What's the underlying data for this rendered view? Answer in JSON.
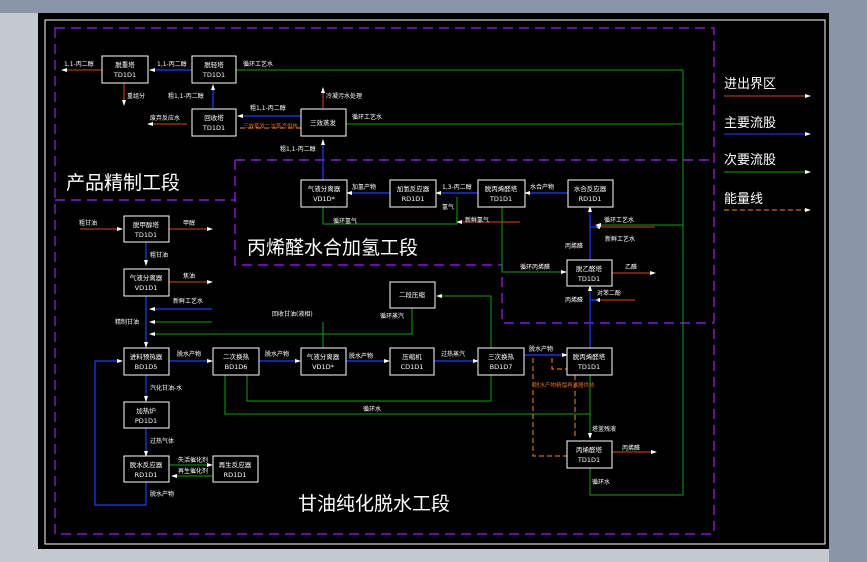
{
  "colors": {
    "background": "#000000",
    "border": "#ffffff",
    "section_boundary": "#a020f0",
    "boundary_flow": "#d2461e",
    "main_flow": "#1e3cff",
    "secondary_flow": "#14a014",
    "energy_line": "#ff8c1e"
  },
  "legend": [
    {
      "label": "进出界区",
      "type": "boundary_flow"
    },
    {
      "label": "主要流股",
      "type": "main_flow"
    },
    {
      "label": "次要流股",
      "type": "secondary_flow"
    },
    {
      "label": "能量线",
      "type": "energy_line"
    }
  ],
  "sections": {
    "product": "产品精制工段",
    "hydrogenation": "丙烯醛水合加氢工段",
    "glycerol": "甘油纯化脱水工段"
  },
  "equipment": {
    "t1": {
      "name": "脱重塔",
      "tag": "TD1D1"
    },
    "t2": {
      "name": "脱轻塔",
      "tag": "TD1D1"
    },
    "t3": {
      "name": "回收塔",
      "tag": "TD1D1"
    },
    "e1": {
      "name": "三效蒸发",
      "tag": ""
    },
    "v1": {
      "name": "气液分离器",
      "tag": "VD1D*"
    },
    "r1": {
      "name": "加氢反应器",
      "tag": "RD1D1"
    },
    "t4": {
      "name": "脱丙烯醛塔",
      "tag": "TD1D1"
    },
    "r2": {
      "name": "水合反应器",
      "tag": "RD1D1"
    },
    "t5": {
      "name": "脱乙醛塔",
      "tag": "TD1D1"
    },
    "t6": {
      "name": "脱甲醇塔",
      "tag": "TD1D1"
    },
    "v2": {
      "name": "气液分离器",
      "tag": "VD1D1"
    },
    "c2": {
      "name": "二段压缩",
      "tag": ""
    },
    "h1": {
      "name": "进料预热器",
      "tag": "BD1D5"
    },
    "h2": {
      "name": "二次换热",
      "tag": "BD1D6"
    },
    "v3": {
      "name": "气液分离器",
      "tag": "VD1D*"
    },
    "c1": {
      "name": "压缩机",
      "tag": "CD1D1"
    },
    "h3": {
      "name": "三次换热",
      "tag": "BD1D7"
    },
    "t7": {
      "name": "脱丙烯醛塔",
      "tag": "TD1D1"
    },
    "f1": {
      "name": "加热炉",
      "tag": "PD1D1"
    },
    "r3": {
      "name": "脱水反应器",
      "tag": "RD1D1"
    },
    "r4": {
      "name": "再生反应器",
      "tag": "RD1D1"
    },
    "t8": {
      "name": "丙烯醛塔",
      "tag": "TD1D1"
    }
  },
  "stream_labels": {
    "s1": "1,1-丙二醇",
    "s2": "1,1-丙二醇",
    "s3": "循环工艺水",
    "s4": "重组分",
    "s5": "粗1,1-丙二醇",
    "s6": "冷凝污水处理",
    "s7": "粗1,1-丙二醇",
    "s8": "循环工艺水",
    "s9": "废弃反应水",
    "s10": "三效蒸发二次蒸汽供热",
    "s11": "粗1,1-丙二醇",
    "s12": "加氢产物",
    "s13": "1,3-丙二醇",
    "s14": "氢气",
    "s15": "循环氢气",
    "s16": "新鲜氢气",
    "s17": "水合产物",
    "s18": "循环工艺水",
    "s19": "新鲜工艺水",
    "s20": "丙烯醛",
    "s21": "循环丙烯醛",
    "s22": "乙醛",
    "s23": "丙烯醛",
    "s24": "对苯二酚",
    "s25": "粗甘油",
    "s26": "甲醇",
    "s27": "粗甘油",
    "s28": "焦油",
    "s29": "新鲜工艺水",
    "s30": "精制甘油",
    "s31": "回收甘油(液相)",
    "s32": "循环蒸汽",
    "s33": "脱水产物",
    "s34": "脱水产物",
    "s35": "脱水产物",
    "s36": "过热蒸汽",
    "s37": "脱水产物",
    "s38": "汽化甘油-水",
    "s39": "过热气体",
    "s40": "失活催化剂",
    "s41": "再生催化剂",
    "s42": "脱水产物",
    "s43": "循环水",
    "s44": "脱水产物精馏再沸器供热",
    "s45": "塔釜残液",
    "s46": "丙烯醛",
    "s47": "循环水"
  }
}
